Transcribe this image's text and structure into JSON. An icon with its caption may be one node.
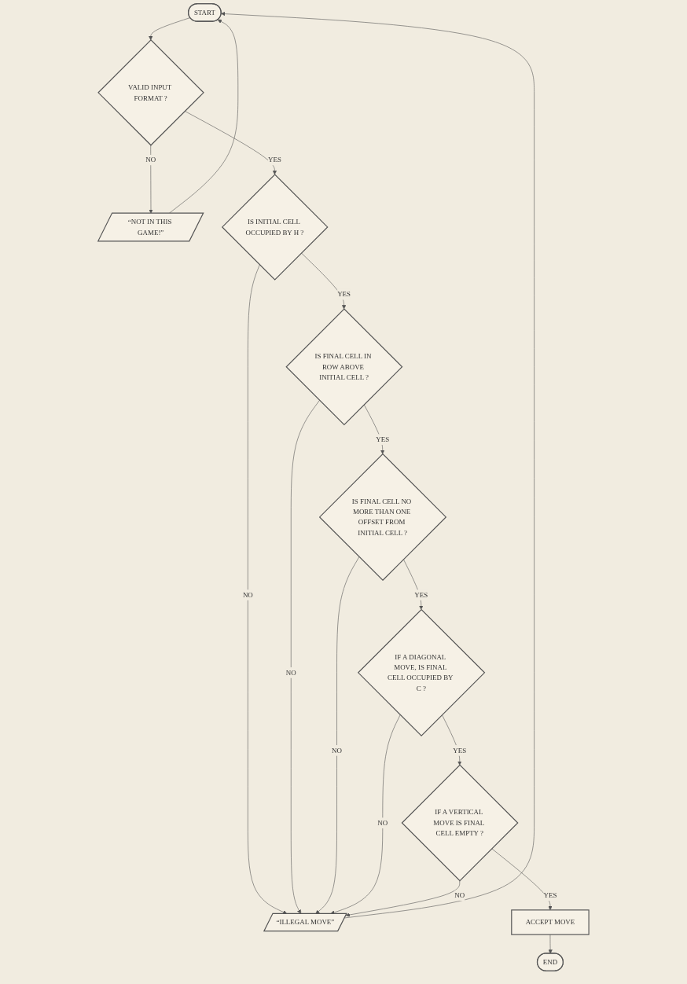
{
  "diagram": {
    "nodes": [
      {
        "text": [
          "START"
        ]
      },
      {
        "text": [
          "“ILLEGAL MOVE”"
        ]
      },
      {
        "text": [
          "VALID INPUT FORMAT ?"
        ]
      },
      {
        "text": [
          "“NOT IN THIS GAME!”"
        ]
      },
      {
        "text": [
          "IS INITIAL CELL OCCUPIED BY H ?"
        ]
      },
      {
        "text": [
          "IS FINAL CELL IN ROW ABOVE INITIAL CELL ?"
        ]
      },
      {
        "text": [
          "IS FINAL CELL NO MORE THAN ONE OFFSET FROM INITIAL CELL ?"
        ]
      },
      {
        "text": [
          "IF A DIAGONAL MOVE, IS FINAL CELL OCCUPIED BY C ?"
        ]
      },
      {
        "text": [
          "IF A VERTICAL MOVE IS FINAL CELL EMPTY ?"
        ]
      },
      {
        "text": [
          "ACCEPT MOVE"
        ]
      },
      {
        "text": [
          "END"
        ]
      }
    ],
    "edges": [
      {
        "from": 0,
        "to": 2,
        "arrow": "to"
      },
      {
        "from": 2,
        "to": 3,
        "label": "NO",
        "arrow": "to"
      },
      {
        "from": 3,
        "to": 0,
        "arrow": "to"
      },
      {
        "from": 1,
        "to": 0,
        "arrow": "to"
      },
      {
        "from": 2,
        "to": 4,
        "label": "YES",
        "arrow": "to"
      },
      {
        "from": 4,
        "to": 1,
        "label": "NO",
        "arrow": "to"
      },
      {
        "from": 4,
        "to": 5,
        "label": "YES",
        "arrow": "to"
      },
      {
        "from": 5,
        "to": 1,
        "label": "NO",
        "arrow": "to"
      },
      {
        "from": 5,
        "to": 6,
        "label": "YES",
        "arrow": "to"
      },
      {
        "from": 6,
        "to": 1,
        "label": "NO",
        "arrow": "to"
      },
      {
        "from": 6,
        "to": 7,
        "label": "YES",
        "arrow": "to"
      },
      {
        "from": 7,
        "to": 1,
        "label": "NO",
        "arrow": "to"
      },
      {
        "from": 7,
        "to": 8,
        "label": "YES",
        "arrow": "to"
      },
      {
        "from": 8,
        "to": 1,
        "label": "NO",
        "arrow": "to"
      },
      {
        "from": 8,
        "to": 9,
        "label": "YES",
        "arrow": "to"
      },
      {
        "from": 9,
        "to": 10,
        "arrow": "to"
      }
    ]
  }
}
